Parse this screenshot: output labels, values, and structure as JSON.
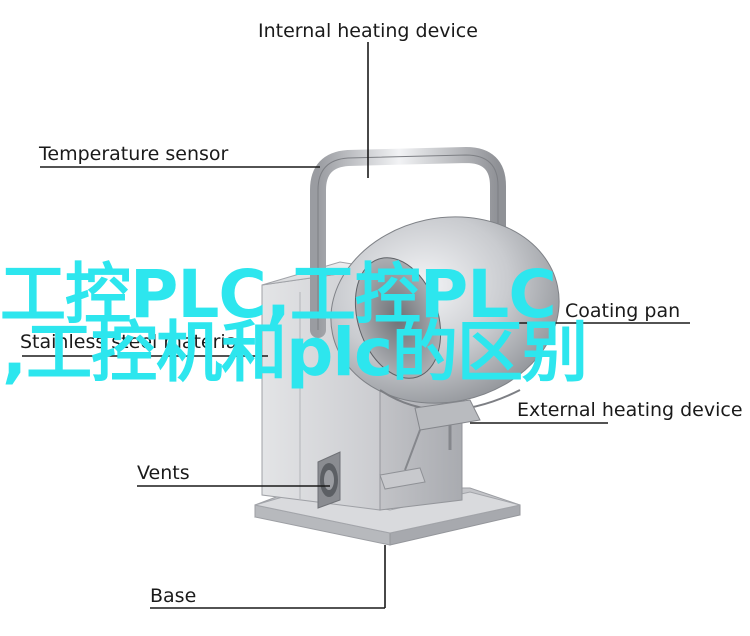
{
  "labels": {
    "internal_heating_device": "Internal heating device",
    "temperature_sensor": "Temperature sensor",
    "stainless_steel_material": "Stainless steel material",
    "coating_pan": "Coating pan",
    "external_heating_device": "External heating device",
    "vents": "Vents",
    "base": "Base"
  },
  "overlay": {
    "line1": "工控PLC,工控PLC",
    "line2": ",工控机和plc的区别"
  },
  "colors": {
    "overlay_text": "#2de6ee",
    "machine_body": "#cfd0d3",
    "leader_line": "#1a1a1a"
  }
}
